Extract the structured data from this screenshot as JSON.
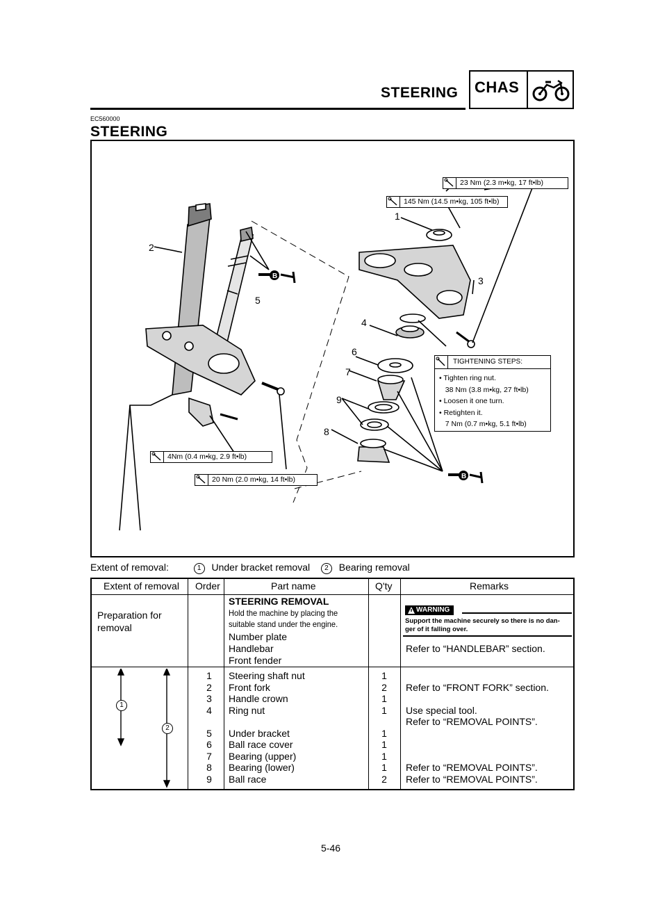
{
  "header": {
    "title": "STEERING",
    "section_code": "CHAS",
    "icon": "motorcycle-icon"
  },
  "doc_code": "EC560000",
  "section_title": "STEERING",
  "figure": {
    "torque_specs": [
      "23 Nm (2.3 m•kg, 17 ft•lb)",
      "145 Nm (14.5 m•kg, 105 ft•lb)",
      "4Nm (0.4 m•kg, 2.9 ft•lb)",
      "20 Nm (2.0 m•kg, 14 ft•lb)"
    ],
    "tightening": {
      "title": "TIGHTENING STEPS:",
      "steps": [
        "• Tighten ring nut.",
        "   38 Nm (3.8 m•kg, 27 ft•lb)",
        "• Loosen it one turn.",
        "• Retighten it.",
        "   7 Nm (0.7 m•kg, 5.1 ft•lb)"
      ]
    },
    "part_numbers": [
      "1",
      "2",
      "3",
      "4",
      "5",
      "6",
      "7",
      "8",
      "9"
    ],
    "grease_label": "B"
  },
  "extent": {
    "label": "Extent of removal:",
    "item1_num": "1",
    "item1": "Under bracket removal",
    "item2_num": "2",
    "item2": "Bearing removal"
  },
  "table": {
    "headers": {
      "extent": "Extent of removal",
      "order": "Order",
      "part": "Part name",
      "qty": "Q'ty",
      "remarks": "Remarks"
    },
    "prep": {
      "extent": [
        "Preparation for",
        "removal"
      ],
      "heading": "STEERING REMOVAL",
      "note": [
        "Hold the machine by placing the",
        "suitable stand under the engine."
      ],
      "parts": [
        "Number plate",
        "Handlebar",
        "Front fender"
      ],
      "warning_label": "WARNING",
      "warning_text": [
        "Support the machine securely so there is no dan-",
        "ger of it falling over."
      ],
      "handlebar_remark": "Refer to “HANDLEBAR” section."
    },
    "rows": [
      {
        "order": "1",
        "part": "Steering shaft nut",
        "qty": "1",
        "remarks": ""
      },
      {
        "order": "2",
        "part": "Front fork",
        "qty": "2",
        "remarks": "Refer to “FRONT FORK” section."
      },
      {
        "order": "3",
        "part": "Handle crown",
        "qty": "1",
        "remarks": ""
      },
      {
        "order": "4",
        "part": "Ring nut",
        "qty": "1",
        "remarks": "Use special tool."
      },
      {
        "order": "",
        "part": "",
        "qty": "",
        "remarks": "Refer to “REMOVAL POINTS”."
      },
      {
        "order": "5",
        "part": "Under bracket",
        "qty": "1",
        "remarks": ""
      },
      {
        "order": "6",
        "part": "Ball race cover",
        "qty": "1",
        "remarks": ""
      },
      {
        "order": "7",
        "part": "Bearing (upper)",
        "qty": "1",
        "remarks": ""
      },
      {
        "order": "8",
        "part": "Bearing (lower)",
        "qty": "1",
        "remarks": "Refer to “REMOVAL POINTS”."
      },
      {
        "order": "9",
        "part": "Ball race",
        "qty": "2",
        "remarks": "Refer to “REMOVAL POINTS”."
      }
    ],
    "extent_markers": [
      "1",
      "2"
    ]
  },
  "page_number": "5-46"
}
